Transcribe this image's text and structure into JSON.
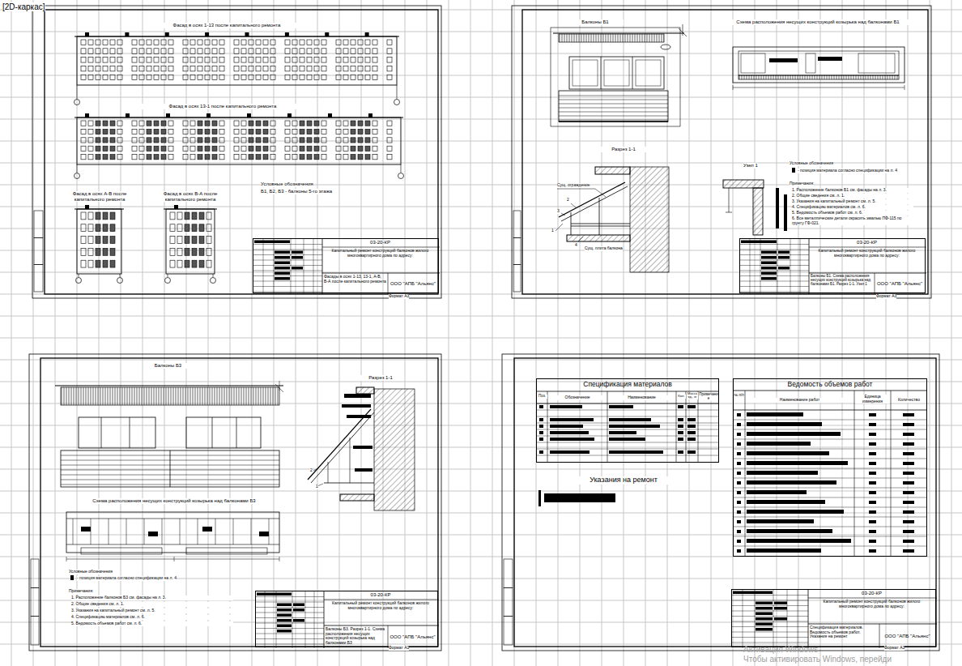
{
  "diagram": {
    "nodes": [
      {
        "text": [
          "03-20-КР",
          "Капитальный ремонт конструкций балконов жилого многоквартирного дома по адресу:",
          "Фасады в осях 1-13, 13-1, А-В, В-А после капитального ремонта",
          "ООО \"АПБ \"Альянс\""
        ]
      },
      {
        "text": [
          "03-20-КР",
          "Капитальный ремонт конструкций балконов жилого многоквартирного дома по адресу:",
          "Балконы Б1. Схема расположения несущих конструкций козырька над балконами Б1. Разрез 1-1. Узел 1",
          "ООО \"АПБ \"Альянс\""
        ]
      },
      {
        "text": [
          "03-20-КР",
          "Капитальный ремонт конструкций балконов жилого многоквартирного дома по адресу:",
          "Балконы Б3. Разрез 1-1. Схема расположения несущих конструкций козырька над балконами Б3",
          "ООО \"АПБ \"Альянс\""
        ]
      },
      {
        "text": [
          "03-20-КР",
          "Капитальный ремонт конструкций балконов жилого многоквартирного дома по адресу:",
          "Спецификация материалов. Ведомость объемов работ. Указания на ремонт",
          "ООО \"АПБ \"Альянс\""
        ]
      },
      {
        "text": [
          "Спецификация материалов"
        ]
      },
      {
        "text": [
          "Ведомость объемов работ"
        ]
      }
    ],
    "labels": [
      "[2D-каркас]",
      "Фасад в осях 1-13 после капитального ремонта",
      "Фасад в осях 13-1 после капитального ремонта",
      "Фасад в осях А-В после капитального ремонта",
      "Фасад в осях В-А после капитального ремонта",
      "Условные обозначения",
      "Б1, Б2, Б3 - балконы 5-го этажа",
      "Формат А3",
      "Балконы Б1",
      "Схема расположения несущих конструкций козырька над балконами Б1",
      "Разрез 1-1",
      "Сущ. ограждение",
      "Сущ. плита балкона",
      "1",
      "2",
      "3",
      "4",
      "Узел 1",
      "Условные обозначения",
      "Примечания:",
      "1. Расположение балконов Б1 см. фасады на л. 3.",
      "2. Общие сведения см. л. 1.",
      "3. Указания на капитальный ремонт см. л. 5.",
      "4. Спецификацию материалов см. л. 6.",
      "5. Ведомость объемов работ см. л. 6.",
      "6. Все металлические детали окрасить эмалью ПФ-115 по грунту ГФ-021.",
      "Формат А3",
      "Балконы Б3",
      "Разрез 1-1",
      "Схема расположения несущих конструкций козырька над балконами Б3",
      "1",
      "2",
      "Условные обозначения",
      "Примечания:",
      "1. Расположение балконов Б3 см. фасады на л. 3.",
      "2. Общие сведения см. л. 1.",
      "3. Указания на капитальный ремонт см. л. 5.",
      "4. Спецификацию материалов см. л. 6.",
      "5. Ведомость объемов работ см. л. 6.",
      "Формат А3",
      "Поз.",
      "Обозначение",
      "Наименование",
      "Кол.",
      "Масса ед., кг",
      "Примечание",
      "№ п/п",
      "Наименование работ",
      "Единица измерения",
      "Количество",
      "Указания на ремонт",
      "Формат А3",
      "Активация Windows",
      "Чтобы активировать Windows, перейди"
    ],
    "legend": [
      {
        "text": "- позиция материала согласно спецификации на л. 4"
      },
      {
        "text": "- позиция материала согласно спецификации на л. 4"
      }
    ]
  }
}
